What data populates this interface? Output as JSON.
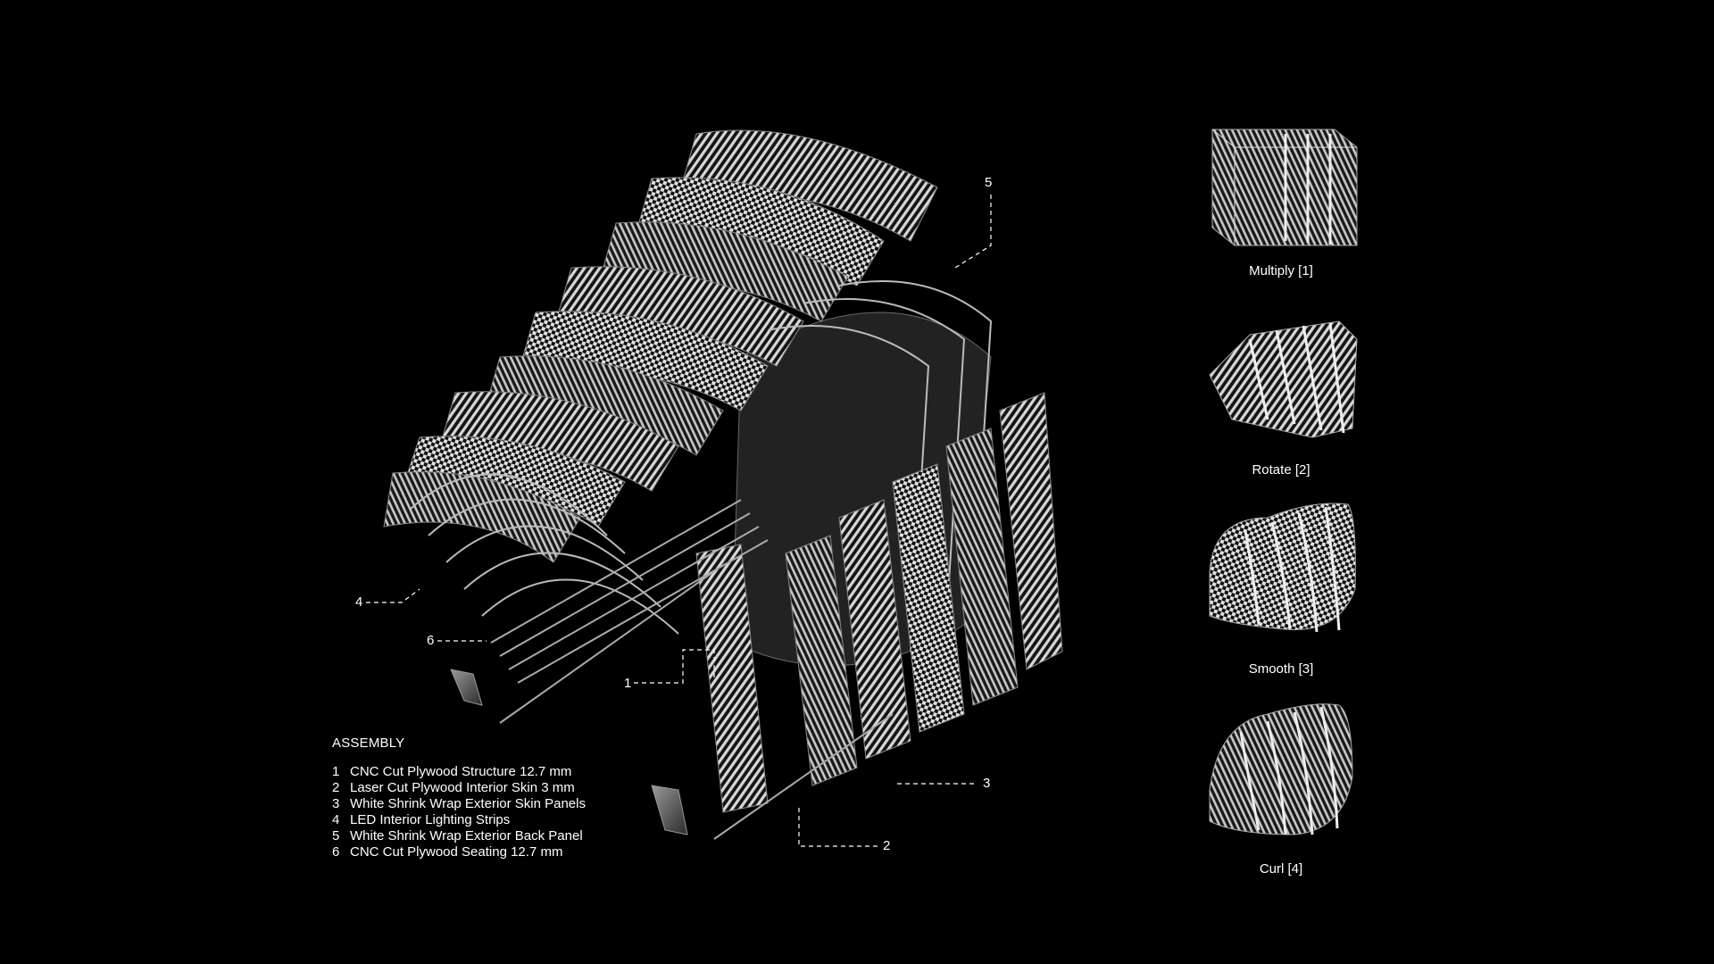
{
  "legend": {
    "heading": "ASSEMBLY",
    "items": [
      {
        "num": "1",
        "text": "CNC Cut Plywood Structure 12.7 mm"
      },
      {
        "num": "2",
        "text": "Laser Cut Plywood Interior Skin 3 mm"
      },
      {
        "num": "3",
        "text": "White Shrink Wrap Exterior Skin Panels"
      },
      {
        "num": "4",
        "text": "LED Interior Lighting Strips"
      },
      {
        "num": "5",
        "text": "White Shrink Wrap Exterior Back Panel"
      },
      {
        "num": "6",
        "text": "CNC Cut Plywood Seating 12.7 mm"
      }
    ]
  },
  "callouts": [
    "1",
    "2",
    "3",
    "4",
    "5",
    "6"
  ],
  "steps": [
    {
      "label": "Multiply [1]",
      "icon": "multiply-cube-icon"
    },
    {
      "label": "Rotate [2]",
      "icon": "rotate-ribs-icon"
    },
    {
      "label": "Smooth [3]",
      "icon": "smooth-ribs-icon"
    },
    {
      "label": "Curl [4]",
      "icon": "curl-ribs-icon"
    }
  ],
  "colors": {
    "background": "#000000",
    "line": "#ffffff",
    "surface": "#b8b8b8"
  }
}
